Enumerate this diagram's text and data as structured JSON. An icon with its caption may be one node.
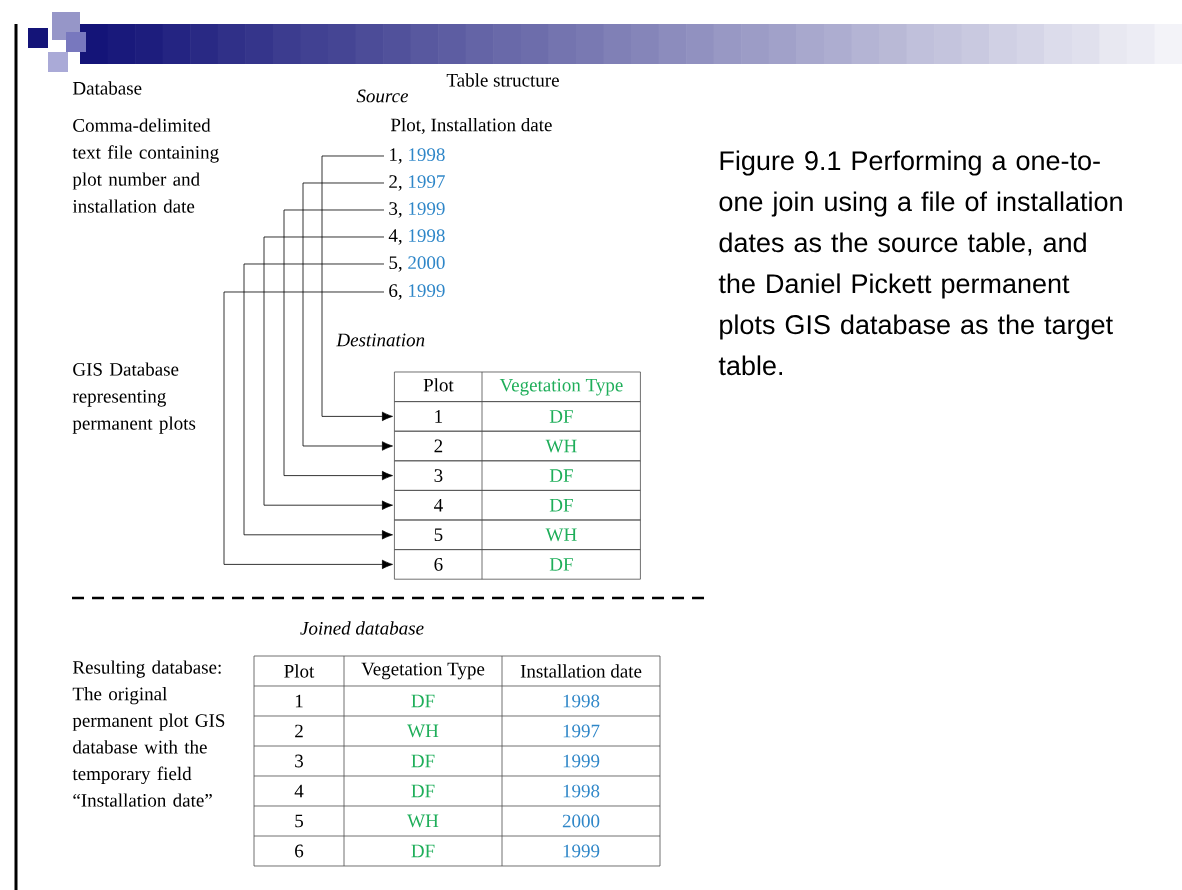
{
  "diagram": {
    "caption": "Figure 9.1 Performing a one-to-one join using a file of installation dates as the source table, and the Daniel Pickett permanent plots GIS database as the target table.",
    "nodes": [
      {
        "text": [
          "1,",
          "1998"
        ]
      },
      {
        "text": [
          "2,",
          "1997"
        ]
      },
      {
        "text": [
          "3,",
          "1999"
        ]
      },
      {
        "text": [
          "4,",
          "1998"
        ]
      },
      {
        "text": [
          "5,",
          "2000"
        ]
      },
      {
        "text": [
          "6,",
          "1999"
        ]
      },
      {
        "text": [
          "Plot",
          "Vegetation Type"
        ]
      },
      {
        "text": [
          "1",
          "DF"
        ]
      },
      {
        "text": [
          "2",
          "WH"
        ]
      },
      {
        "text": [
          "3",
          "DF"
        ]
      },
      {
        "text": [
          "4",
          "DF"
        ]
      },
      {
        "text": [
          "5",
          "WH"
        ]
      },
      {
        "text": [
          "6",
          "DF"
        ]
      }
    ],
    "edges": [
      {
        "from": 0,
        "to": 7,
        "arrow": "to"
      },
      {
        "from": 1,
        "to": 8,
        "arrow": "to"
      },
      {
        "from": 2,
        "to": 9,
        "arrow": "to"
      },
      {
        "from": 3,
        "to": 10,
        "arrow": "to"
      },
      {
        "from": 4,
        "to": 11,
        "arrow": "to"
      },
      {
        "from": 5,
        "to": 12,
        "arrow": "to"
      }
    ],
    "labels": [
      "Database",
      "Table structure",
      "Source",
      "Plot, Installation date",
      "Comma-delimited text file containing plot number and installation date",
      "Destination",
      "GIS Database representing permanent plots",
      "Joined database",
      "Plot",
      "Vegetation Type",
      "Installation date",
      "1",
      "DF",
      "1998",
      "2",
      "WH",
      "1997",
      "3",
      "DF",
      "1999",
      "4",
      "DF",
      "1998",
      "5",
      "WH",
      "2000",
      "6",
      "DF",
      "1999",
      "Resulting database: The original permanent plot GIS database with the temporary field “Installation date”"
    ]
  }
}
